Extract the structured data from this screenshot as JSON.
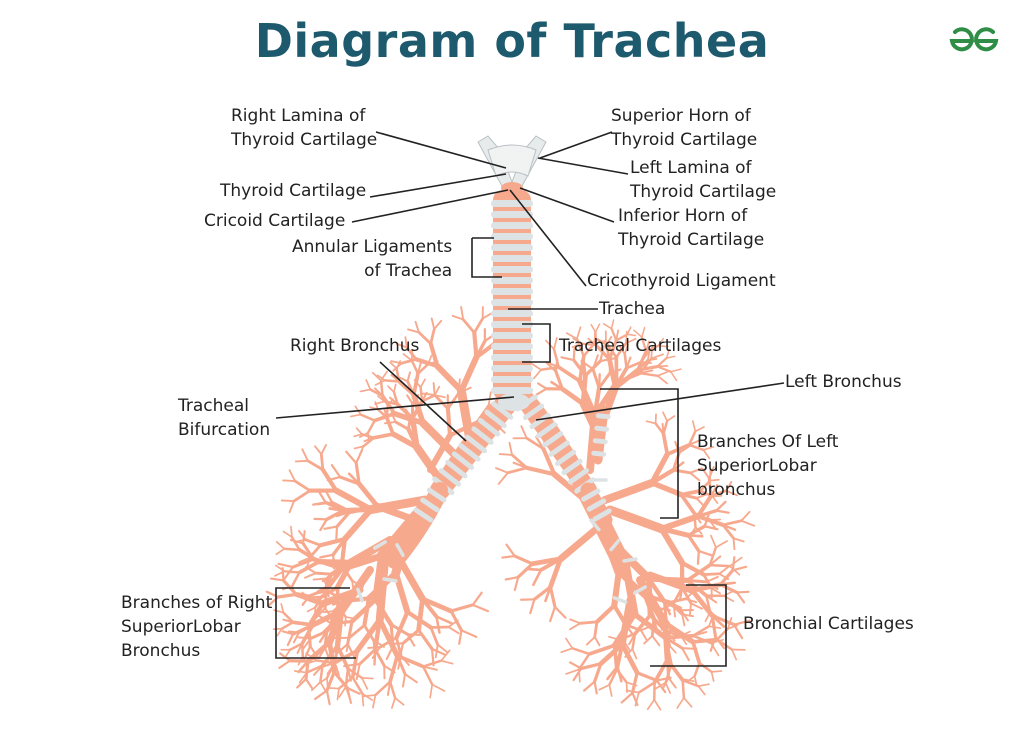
{
  "title": "Diagram of Trachea",
  "logo": {
    "icon": "gfg-logo-icon",
    "color": "#2f8d46"
  },
  "colors": {
    "title": "#1e5a6e",
    "tissue": "#f7a98e",
    "cartilage": "#dde3e4",
    "line": "#222222"
  },
  "labels": {
    "right_lamina": [
      "Right Lamina of",
      "Thyroid Cartilage"
    ],
    "thyroid_cartilage": [
      "Thyroid Cartilage"
    ],
    "cricoid_cartilage": [
      "Cricoid Cartilage"
    ],
    "annular_ligaments": [
      "Annular Ligaments",
      "of Trachea"
    ],
    "superior_horn": [
      "Superior Horn of",
      "Thyroid Cartilage"
    ],
    "left_lamina": [
      "Left Lamina of",
      "Thyroid Cartilage"
    ],
    "inferior_horn": [
      "Inferior Horn of",
      "Thyroid Cartilage"
    ],
    "cricothyroid_ligament": [
      "Cricothyroid Ligament"
    ],
    "trachea": [
      "Trachea"
    ],
    "tracheal_cartilages": [
      "Tracheal Cartilages"
    ],
    "right_bronchus": [
      "Right Bronchus"
    ],
    "tracheal_bifurcation": [
      "Tracheal",
      "Bifurcation"
    ],
    "left_bronchus": [
      "Left Bronchus"
    ],
    "branches_left": [
      "Branches Of Left",
      "SuperiorLobar",
      "bronchus"
    ],
    "branches_right": [
      "Branches of Right",
      "SuperiorLobar",
      "Bronchus"
    ],
    "bronchial_cartilages": [
      "Bronchial Cartilages"
    ]
  }
}
